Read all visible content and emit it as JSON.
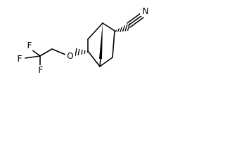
{
  "molecule": {
    "atoms": {
      "nitrogen": "N",
      "oxygen": "O",
      "fluorine_1": "F",
      "fluorine_2": "F",
      "fluorine_3": "F"
    }
  },
  "colors": {
    "bond": "#000000",
    "background": "#ffffff"
  }
}
